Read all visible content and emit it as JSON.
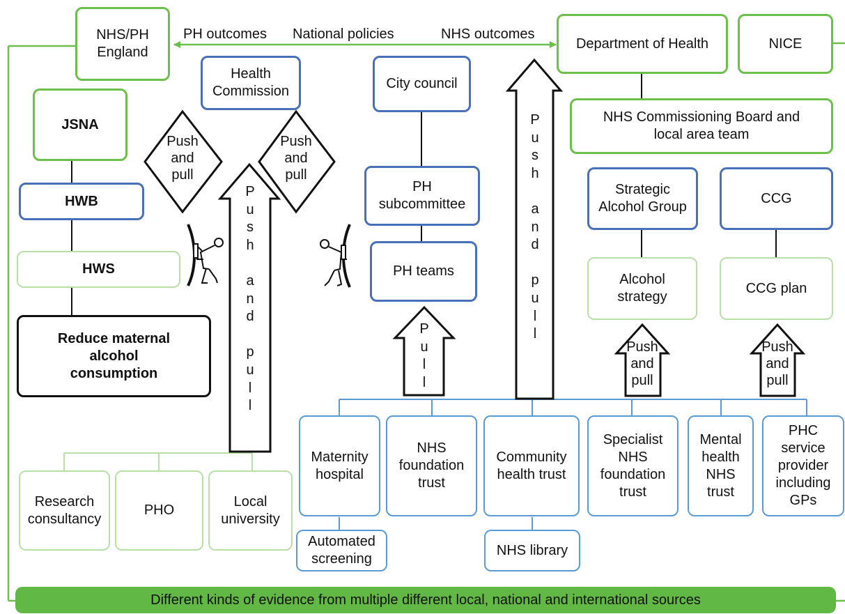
{
  "top": {
    "nhs_ph_england": "NHS/PH\nEngland",
    "ph_outcomes": "PH outcomes",
    "national_policies": "National policies",
    "nhs_outcomes": "NHS outcomes",
    "department_of_health": "Department of Health",
    "nice": "NICE"
  },
  "left": {
    "jsna": "JSNA",
    "hwb": "HWB",
    "hws": "HWS",
    "reduce": "Reduce maternal\nalcohol\nconsumption",
    "health_commission": "Health\nCommission",
    "push_pull_diamond_1": "Push\nand\npull",
    "push_pull_diamond_2": "Push\nand\npull",
    "push_and_pull_vertical": "P\nu\ns\nh\n\na\nn\nd\n\np\nu\nl\nl"
  },
  "center": {
    "city_council": "City council",
    "ph_subcommittee": "PH\nsubcommittee",
    "ph_teams": "PH teams",
    "pull_vertical": "P\nu\nl\nl",
    "big_push_and_pull_vertical": "P\nu\ns\nh\n\na\nn\nd\n\np\nu\nl\nl"
  },
  "right": {
    "nhs_commissioning_board": "NHS Commissioning Board and\nlocal area team",
    "strategic_alcohol_group": "Strategic\nAlcohol Group",
    "ccg": "CCG",
    "alcohol_strategy": "Alcohol\nstrategy",
    "ccg_plan": "CCG plan",
    "push_and_pull_1": "Push\nand\npull",
    "push_and_pull_2": "Push\nand\npull"
  },
  "providers": {
    "maternity_hospital": "Maternity\nhospital",
    "nhs_foundation_trust": "NHS\nfoundation\ntrust",
    "community_health_trust": "Community\nhealth trust",
    "specialist_nhs_foundation_trust": "Specialist\nNHS\nfoundation\ntrust",
    "mental_health_nhs_trust": "Mental\nhealth\nNHS\ntrust",
    "phc_service_provider": "PHC\nservice\nprovider\nincluding\nGPs",
    "automated_screening": "Automated\nscreening",
    "nhs_library": "NHS library"
  },
  "bottom_left": {
    "research_consultancy": "Research\nconsultancy",
    "pho": "PHO",
    "local_university": "Local\nuniversity"
  },
  "evidence_bar": "Different kinds of evidence from multiple different local, national and international sources",
  "colors": {
    "green": "#6dbf4b",
    "light_green": "#b9dfa6",
    "blue": "#4870b8",
    "light_blue": "#5a9bd5",
    "evidence_fill": "#62b845"
  }
}
